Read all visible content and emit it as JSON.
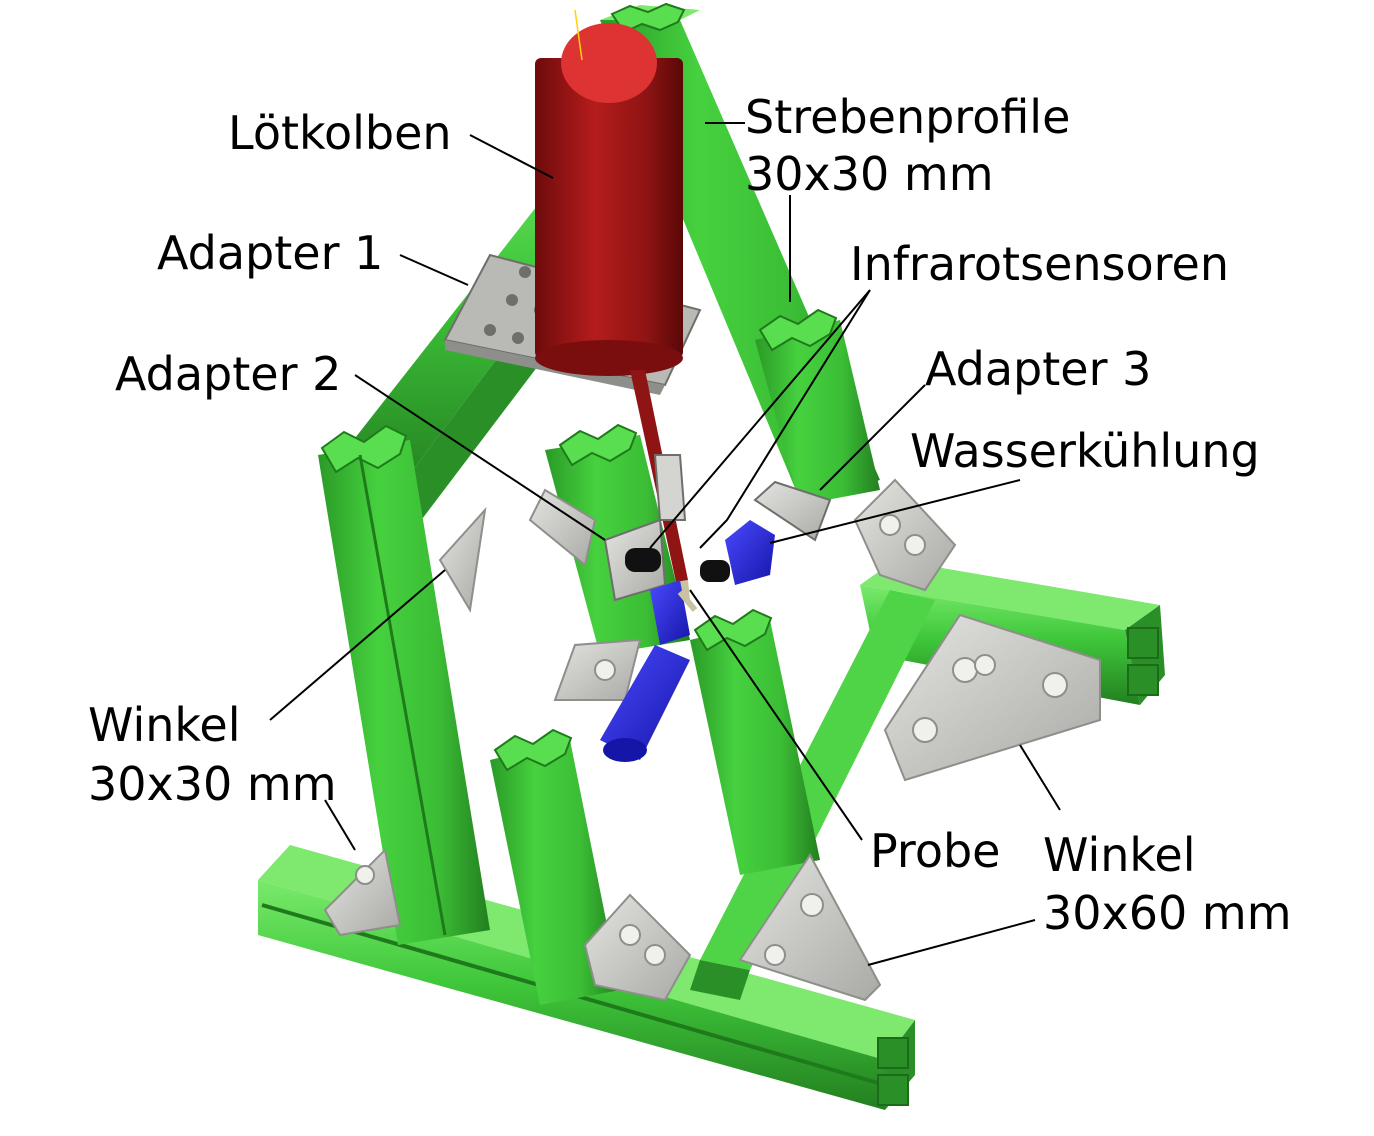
{
  "labels": {
    "loetkolben": "Lötkolben",
    "strebenprofile_1": "Strebenprofile",
    "strebenprofile_2": "30x30 mm",
    "adapter1": "Adapter 1",
    "infrarotsensoren": "Infrarotsensoren",
    "adapter2": "Adapter 2",
    "adapter3": "Adapter 3",
    "wasserkuehlung": "Wasserkühlung",
    "winkel30_1": "Winkel",
    "winkel30_2": "30x30 mm",
    "probe": "Probe",
    "winkel60_1": "Winkel",
    "winkel60_2": "30x60 mm"
  },
  "colors": {
    "profile_green": "#3fc73a",
    "profile_dark": "#2a8f26",
    "profile_light": "#7ee86f",
    "bracket_grey": "#c9c9c4",
    "bracket_dark": "#8e8e8a",
    "soldering_iron_red": "#b51c1c",
    "iron_cap_red": "#dd3333",
    "cooling_blue": "#2323d6",
    "sensor_black": "#111111",
    "leader_line": "#000000"
  }
}
